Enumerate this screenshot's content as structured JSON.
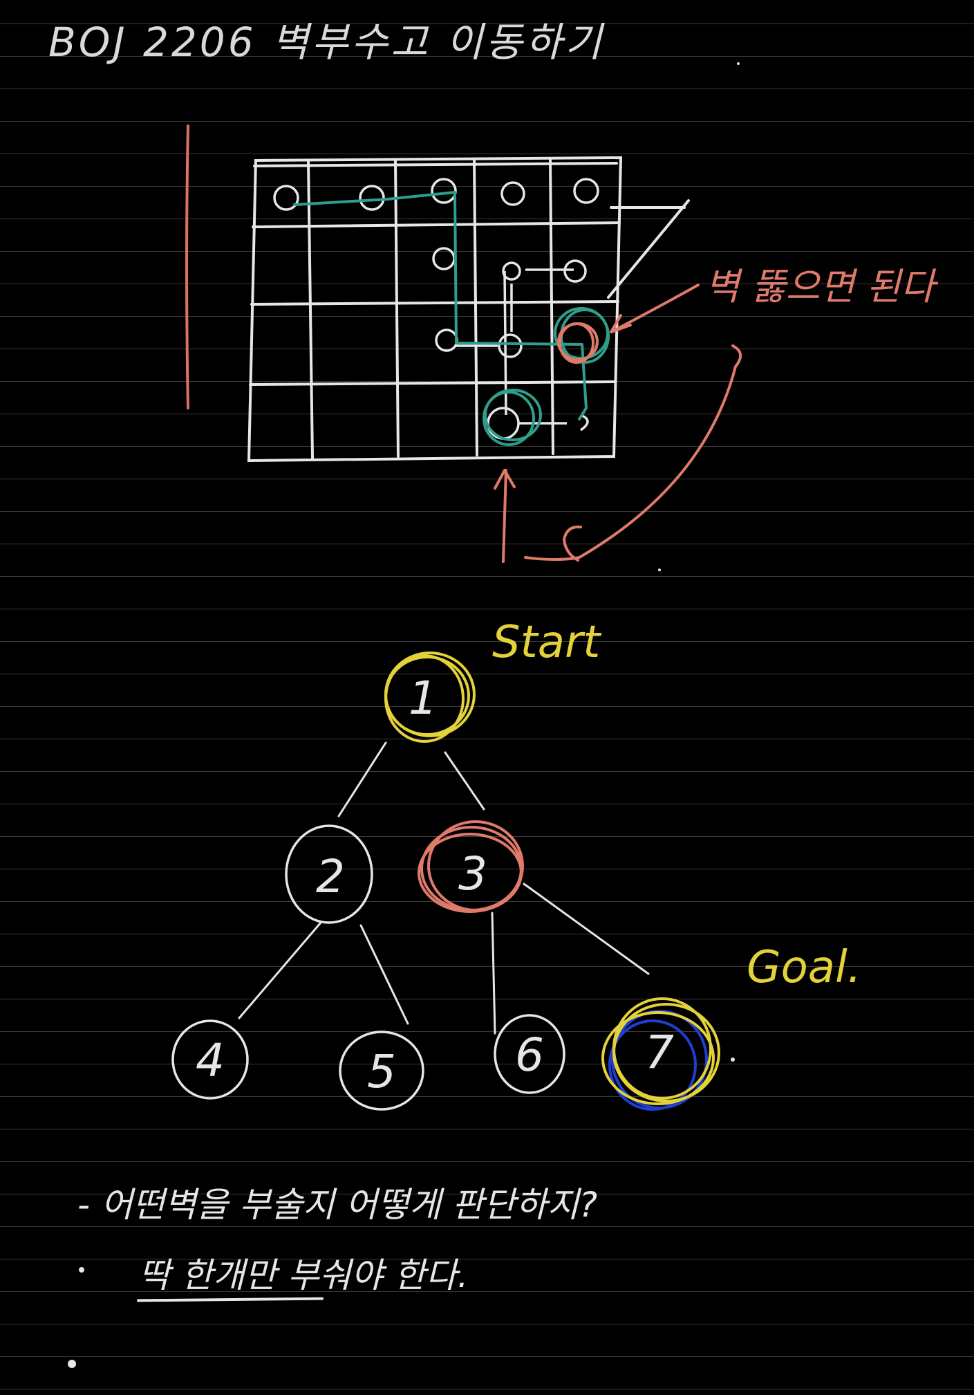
{
  "title": "BOJ 2206 벽부수고 이동하기",
  "grid_note": "벽 뚫으면 된다",
  "tree": {
    "start_label": "Start",
    "goal_label": "Goal.",
    "nodes": [
      "1",
      "2",
      "3",
      "4",
      "5",
      "6",
      "7"
    ]
  },
  "notes": [
    "- 어떤벽을 부술지 어떻게 판단하지?",
    "딱 한개만 부숴야 한다."
  ],
  "colors": {
    "background": "#000000",
    "ink_white": "#e6e6e6",
    "ink_red": "#e07a6a",
    "ink_teal": "#2f9e8a",
    "ink_yellow": "#e3d23a",
    "ink_blue": "#1f3fd0"
  }
}
